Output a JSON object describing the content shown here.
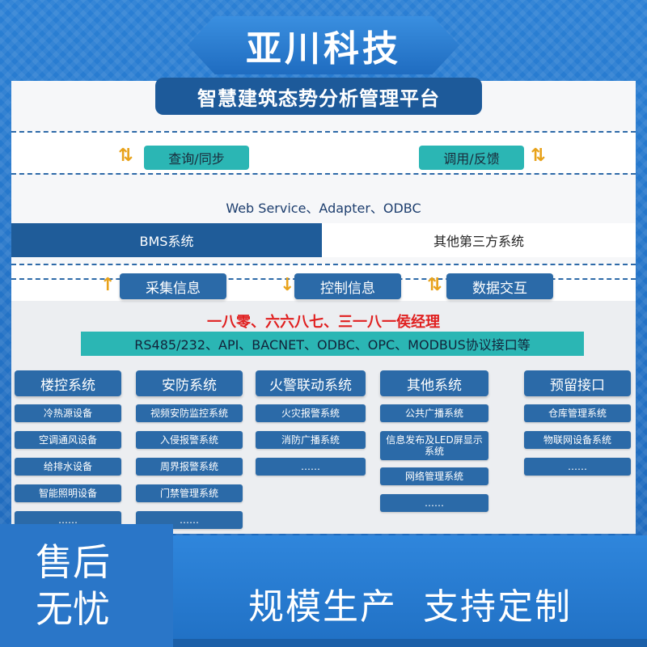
{
  "brand": "亚川科技",
  "platform_title": "智慧建筑态势分析管理平台",
  "sync_left": "查询/同步",
  "sync_right": "调用/反馈",
  "ws": "Web Service、Adapter、ODBC",
  "bms": "BMS系统",
  "other_third": "其他第三方系统",
  "data_flow": [
    "采集信息",
    "控制信息",
    "数据交互"
  ],
  "contact": "一八零、六六八七、三一八一侯经理",
  "protocols": "RS485/232、API、BACNET、ODBC、OPC、MODBUS协议接口等",
  "columns": [
    {
      "title": "楼控系统",
      "items": [
        "冷热源设备",
        "空调通风设备",
        "给排水设备",
        "智能照明设备",
        "……"
      ]
    },
    {
      "title": "安防系统",
      "items": [
        "视频安防监控系统",
        "入侵报警系统",
        "周界报警系统",
        "门禁管理系统",
        "……"
      ]
    },
    {
      "title": "火警联动系统",
      "items": [
        "火灾报警系统",
        "消防广播系统",
        "……"
      ]
    },
    {
      "title": "其他系统",
      "items": [
        "公共广播系统",
        "信息发布及LED屏显示系统",
        "网络管理系统",
        "……"
      ]
    },
    {
      "title": "预留接口",
      "items": [
        "仓库管理系统",
        "物联网设备系统",
        "……"
      ]
    }
  ],
  "bottom_left_line1": "售后",
  "bottom_left_line2": "无忧",
  "bottom_right": "规模生产  支持定制",
  "colors": {
    "blue_box": "#2b6aa8",
    "teal_box": "#2bb6b4",
    "accent_arrow": "#e8a21a",
    "contact_red": "#e02020"
  }
}
